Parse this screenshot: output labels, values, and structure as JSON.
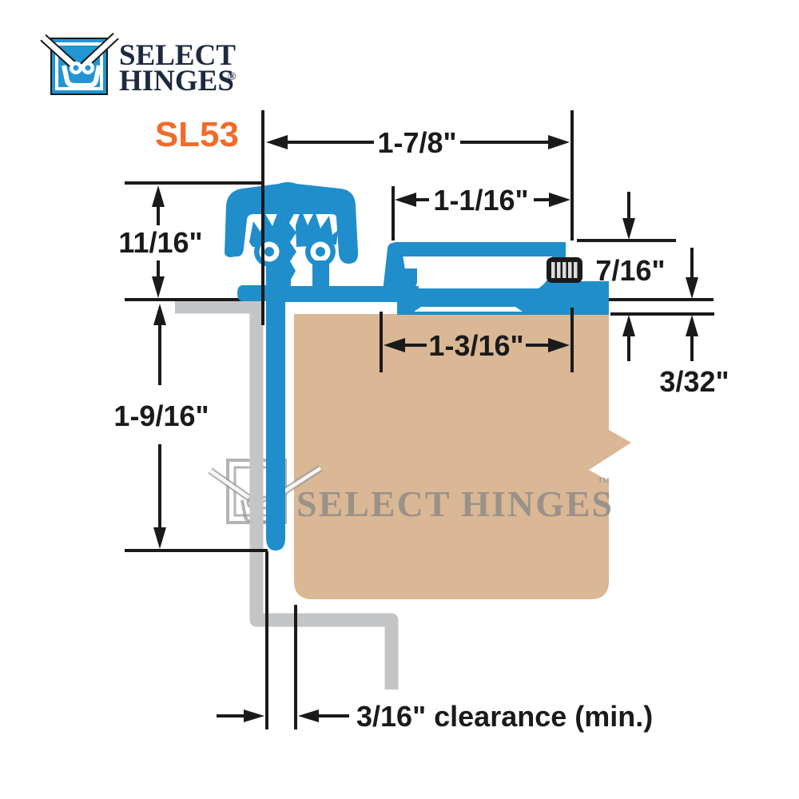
{
  "brand": {
    "line1": "SELECT",
    "line2": "HINGES",
    "registered": "®"
  },
  "model": "SL53",
  "watermark": {
    "text": "SELECT HINGES",
    "tm": "™"
  },
  "dimensions": {
    "overall_width": "1-7/8\"",
    "door_leaf_width": "1-1/16\"",
    "frame_leaf_height": "11/16\"",
    "door_leaf_height": "7/16\"",
    "door_prep_width": "1-3/16\"",
    "door_inset": "3/32\"",
    "frame_leaf_length": "1-9/16\"",
    "clearance": "3/16\" clearance (min.)"
  },
  "colors": {
    "hinge_blue": "#1f8ecb",
    "door_tan": "#dab795",
    "frame_gray": "#c4c5c7",
    "line_black": "#1a1a1a",
    "model_orange": "#f26b2a",
    "brand_navy": "#1e2940",
    "watermark_gray": "#8f8c88"
  }
}
